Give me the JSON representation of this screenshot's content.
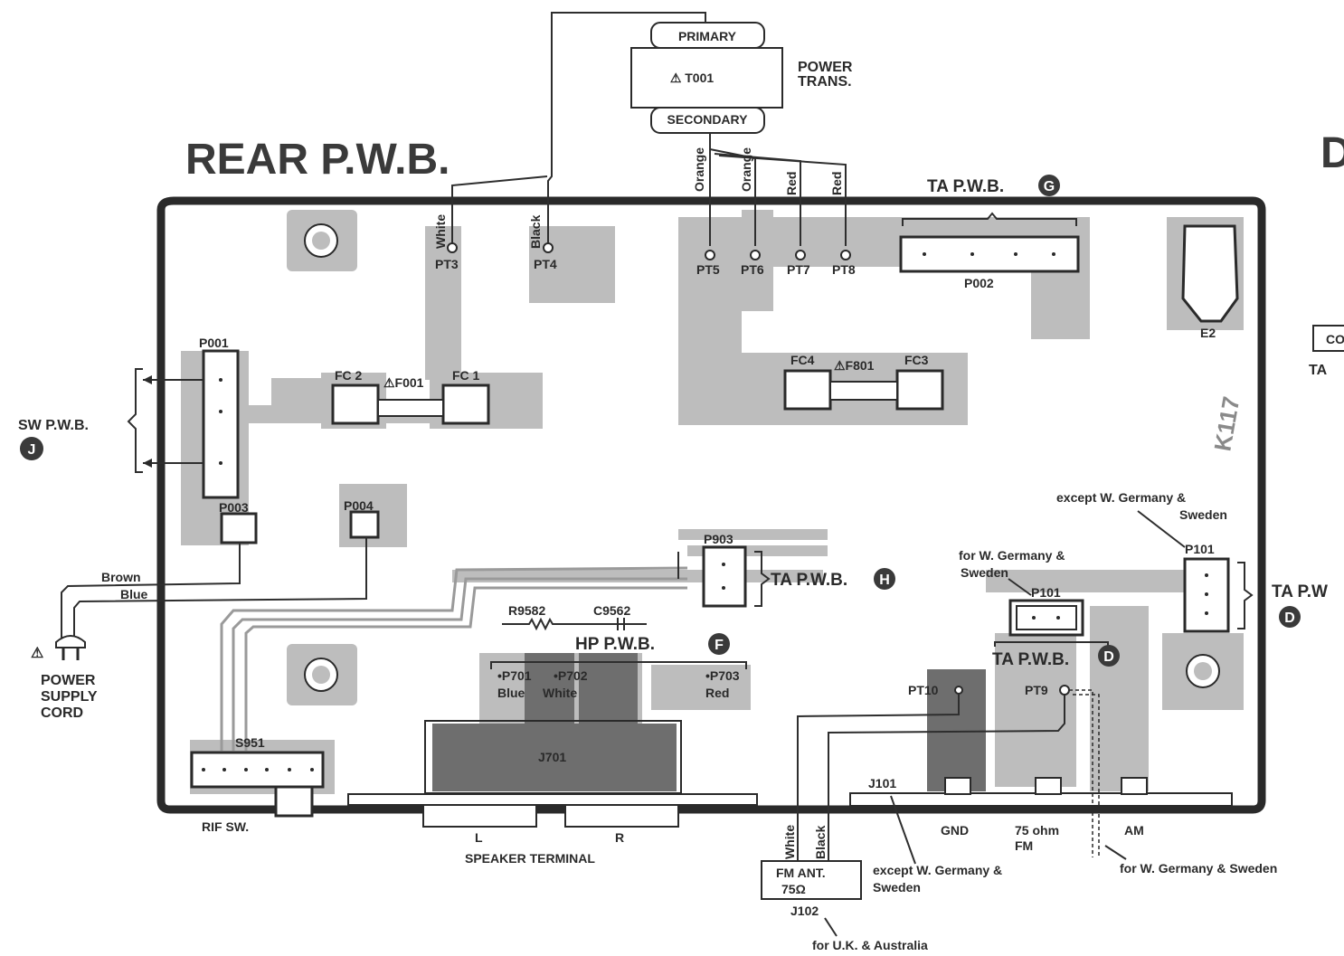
{
  "title": "REAR P.W.B.",
  "title_right_fragment": "D",
  "transformer": {
    "primary": "PRIMARY",
    "secondary": "SECONDARY",
    "ref": "⚠ T001",
    "label_line1": "POWER",
    "label_line2": "TRANS."
  },
  "wires": {
    "white": "White",
    "black": "Black",
    "orange1": "Orange",
    "orange2": "Orange",
    "red1": "Red",
    "red2": "Red",
    "brown": "Brown",
    "blue": "Blue",
    "white_ant": "White",
    "black_ant": "Black"
  },
  "testpoints": {
    "pt3": "PT3",
    "pt4": "PT4",
    "pt5": "PT5",
    "pt6": "PT6",
    "pt7": "PT7",
    "pt8": "PT8",
    "pt9": "PT9",
    "pt10": "PT10"
  },
  "connectors": {
    "p001": "P001",
    "p002": "P002",
    "p003": "P003",
    "p004": "P004",
    "p903": "P903",
    "p101a": "P101",
    "p101b": "P101",
    "j101": "J101",
    "j102": "J102",
    "s951": "S951",
    "e2": "E2",
    "j701": "J701"
  },
  "fuses": {
    "fc2": "FC 2",
    "f001": "⚠F001",
    "fc1": "FC 1",
    "fc4": "FC4",
    "f801": "⚠F801",
    "fc3": "FC3"
  },
  "components": {
    "r9582": "R9582",
    "c9562": "C9562"
  },
  "boards": {
    "ta_g": "TA  P.W.B.",
    "ta_g_badge": "G",
    "sw": "SW  P.W.B.",
    "sw_badge": "J",
    "ta_h": "TA  P.W.B.",
    "ta_h_badge": "H",
    "hp": "HP  P.W.B.",
    "hp_badge": "F",
    "ta_d1": "TA  P.W.B.",
    "ta_d1_badge": "D",
    "ta_d2": "TA  P.W",
    "ta_d2_badge": "D"
  },
  "hp_pins": {
    "p701": "•P701",
    "p702": "•P702",
    "p703": "•P703",
    "blue": "Blue",
    "white": "White",
    "red": "Red"
  },
  "labels": {
    "power_cord_1": "POWER",
    "power_cord_2": "SUPPLY",
    "power_cord_3": "CORD",
    "power_warn": "⚠",
    "rif_sw": "RIF SW.",
    "speaker_l": "L",
    "speaker_r": "R",
    "speaker_terminal": "SPEAKER TERMINAL",
    "gnd": "GND",
    "fm_75_1": "75  ohm",
    "fm_75_2": "FM",
    "am": "AM",
    "fm_ant_1": "FM  ANT.",
    "fm_ant_2": "75Ω",
    "except_ws_1a": "except  W. Germany &",
    "except_ws_1b": "Sweden",
    "for_ws_1a": "for W. Germany &",
    "for_ws_1b": "Sweden",
    "except_ws_2a": "except  W. Germany &",
    "except_ws_2b": "Sweden",
    "for_ws_2": "for  W. Germany  &  Sweden",
    "for_uk": "for  U.K.  &  Australia",
    "stamp": "K117",
    "right_box": "CO",
    "right_ta": "TA"
  }
}
